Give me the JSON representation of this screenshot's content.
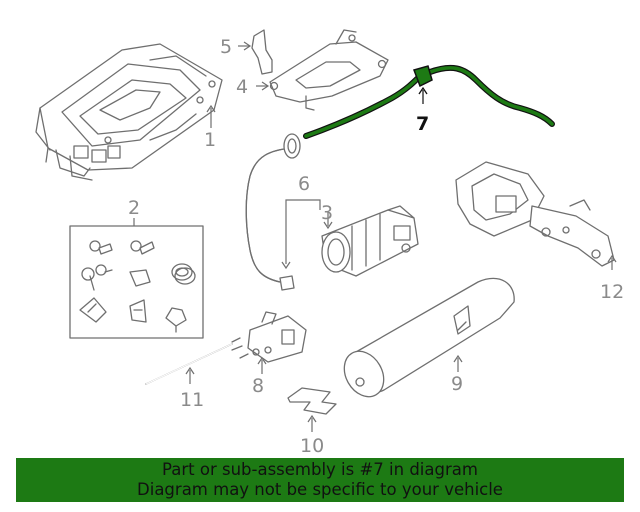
{
  "diagram": {
    "highlight_color": "#1d7a14",
    "highlighted_part": "7",
    "callouts": {
      "c1": "1",
      "c2": "2",
      "c3": "3",
      "c4": "4",
      "c5": "5",
      "c6": "6",
      "c7": "7",
      "c8": "8",
      "c9": "9",
      "c10": "10",
      "c11": "11",
      "c12": "12"
    }
  },
  "banner": {
    "line1": "Part or sub-assembly is #7 in diagram",
    "line2": "Diagram may not be specific to your vehicle",
    "background": "#1d7a14"
  }
}
